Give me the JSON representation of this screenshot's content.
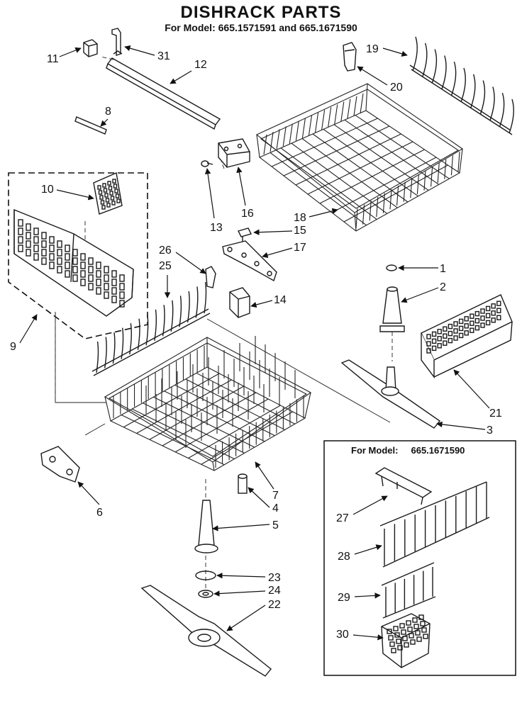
{
  "title": "DISHRACK PARTS",
  "subtitle": "For Model: 665.1571591 and 665.1671590",
  "inset_label": "For Model:     665.1671590",
  "callouts": [
    "1",
    "2",
    "3",
    "4",
    "5",
    "6",
    "7",
    "8",
    "9",
    "10",
    "11",
    "12",
    "13",
    "14",
    "15",
    "16",
    "17",
    "18",
    "19",
    "20",
    "21",
    "22",
    "23",
    "24",
    "25",
    "26",
    "27",
    "28",
    "29",
    "30",
    "31"
  ]
}
